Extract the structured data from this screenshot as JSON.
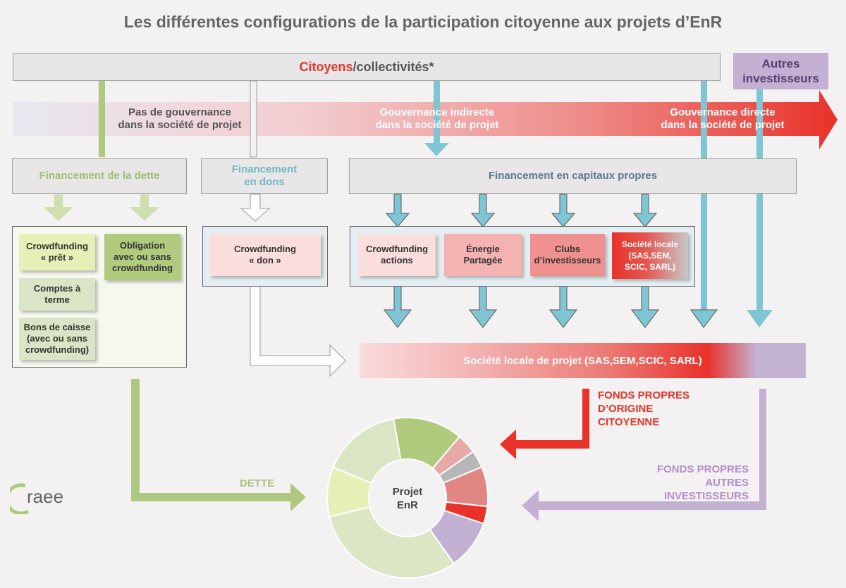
{
  "title": "Les différentes configurations de la participation citoyenne aux projets d’EnR",
  "top_bar": {
    "citoyens": "Citoyens",
    "rest": "/collectivités*"
  },
  "autres": {
    "line1": "Autres",
    "line2": "investisseurs"
  },
  "governance": {
    "none": {
      "line1": "Pas de gouvernance",
      "line2": "dans la société de projet"
    },
    "indirect": {
      "line1": "Gouvernance indirecte",
      "line2": "dans la société de projet"
    },
    "direct": {
      "line1": "Gouvernance directe",
      "line2": "dans la société de projet"
    }
  },
  "financing": {
    "debt": {
      "label": "Financement de la dette"
    },
    "dons": {
      "line1": "Financement",
      "line2": "en dons"
    },
    "equity": {
      "label": "Financement en capitaux propres"
    }
  },
  "debt_items": {
    "pret": {
      "line1": "Crowdfunding",
      "line2": "« prêt »"
    },
    "obligation": {
      "line1": "Obligation",
      "line2": "avec ou sans",
      "line3": "crowdfunding"
    },
    "comptes": {
      "line1": "Comptes à",
      "line2": "terme"
    },
    "bons": {
      "line1": "Bons de caisse",
      "line2": "(avec ou sans",
      "line3": "crowdfunding)"
    }
  },
  "don_item": {
    "line1": "Crowdfunding",
    "line2": "« don »"
  },
  "equity_items": {
    "actions": {
      "line1": "Crowdfunding",
      "line2": "actions"
    },
    "energie": {
      "line1": "Énergie",
      "line2": "Partagée"
    },
    "clubs": {
      "line1": "Clubs",
      "line2": "d’investisseurs"
    },
    "societe": {
      "line1": "Société locale",
      "line2": "(SAS,SEM,",
      "line3": "SCIC, SARL)"
    }
  },
  "societe_projet": "Société locale de projet (SAS,SEM,SCIC, SARL)",
  "fonds_citoyens": {
    "line1": "FONDS PROPRES",
    "line2": "D’ORIGINE",
    "line3": "CITOYENNE"
  },
  "fonds_autres": {
    "line1": "FONDS PROPRES",
    "line2": "AUTRES",
    "line3": "INVESTISSEURS"
  },
  "dette_label": "DETTE",
  "projet": {
    "line1": "Projet",
    "line2": "EnR"
  },
  "logo_text": "raee",
  "colors": {
    "green": "#aec97f",
    "green_dark": "#9fbf6f",
    "blue": "#7fc6d4",
    "red": "#e8322a",
    "purple": "#c3b0d3",
    "grey": "#b8b8b8",
    "pink": "#f4a6a4"
  },
  "donut": [
    {
      "name": "green-strong",
      "value": 14,
      "color": "#b1cb7e"
    },
    {
      "name": "pink-light",
      "value": 4,
      "color": "#e5a9a8"
    },
    {
      "name": "grey",
      "value": 3.5,
      "color": "#b7b7b7"
    },
    {
      "name": "salmon",
      "value": 8,
      "color": "#e28683"
    },
    {
      "name": "red",
      "value": 3.5,
      "color": "#e8322a"
    },
    {
      "name": "purple",
      "value": 10,
      "color": "#c3b1d4"
    },
    {
      "name": "green-pale-large",
      "value": 31,
      "color": "#dce6c4"
    },
    {
      "name": "green-yellow",
      "value": 10,
      "color": "#e6efb6"
    },
    {
      "name": "green-pale",
      "value": 16,
      "color": "#d9e5c4"
    }
  ]
}
